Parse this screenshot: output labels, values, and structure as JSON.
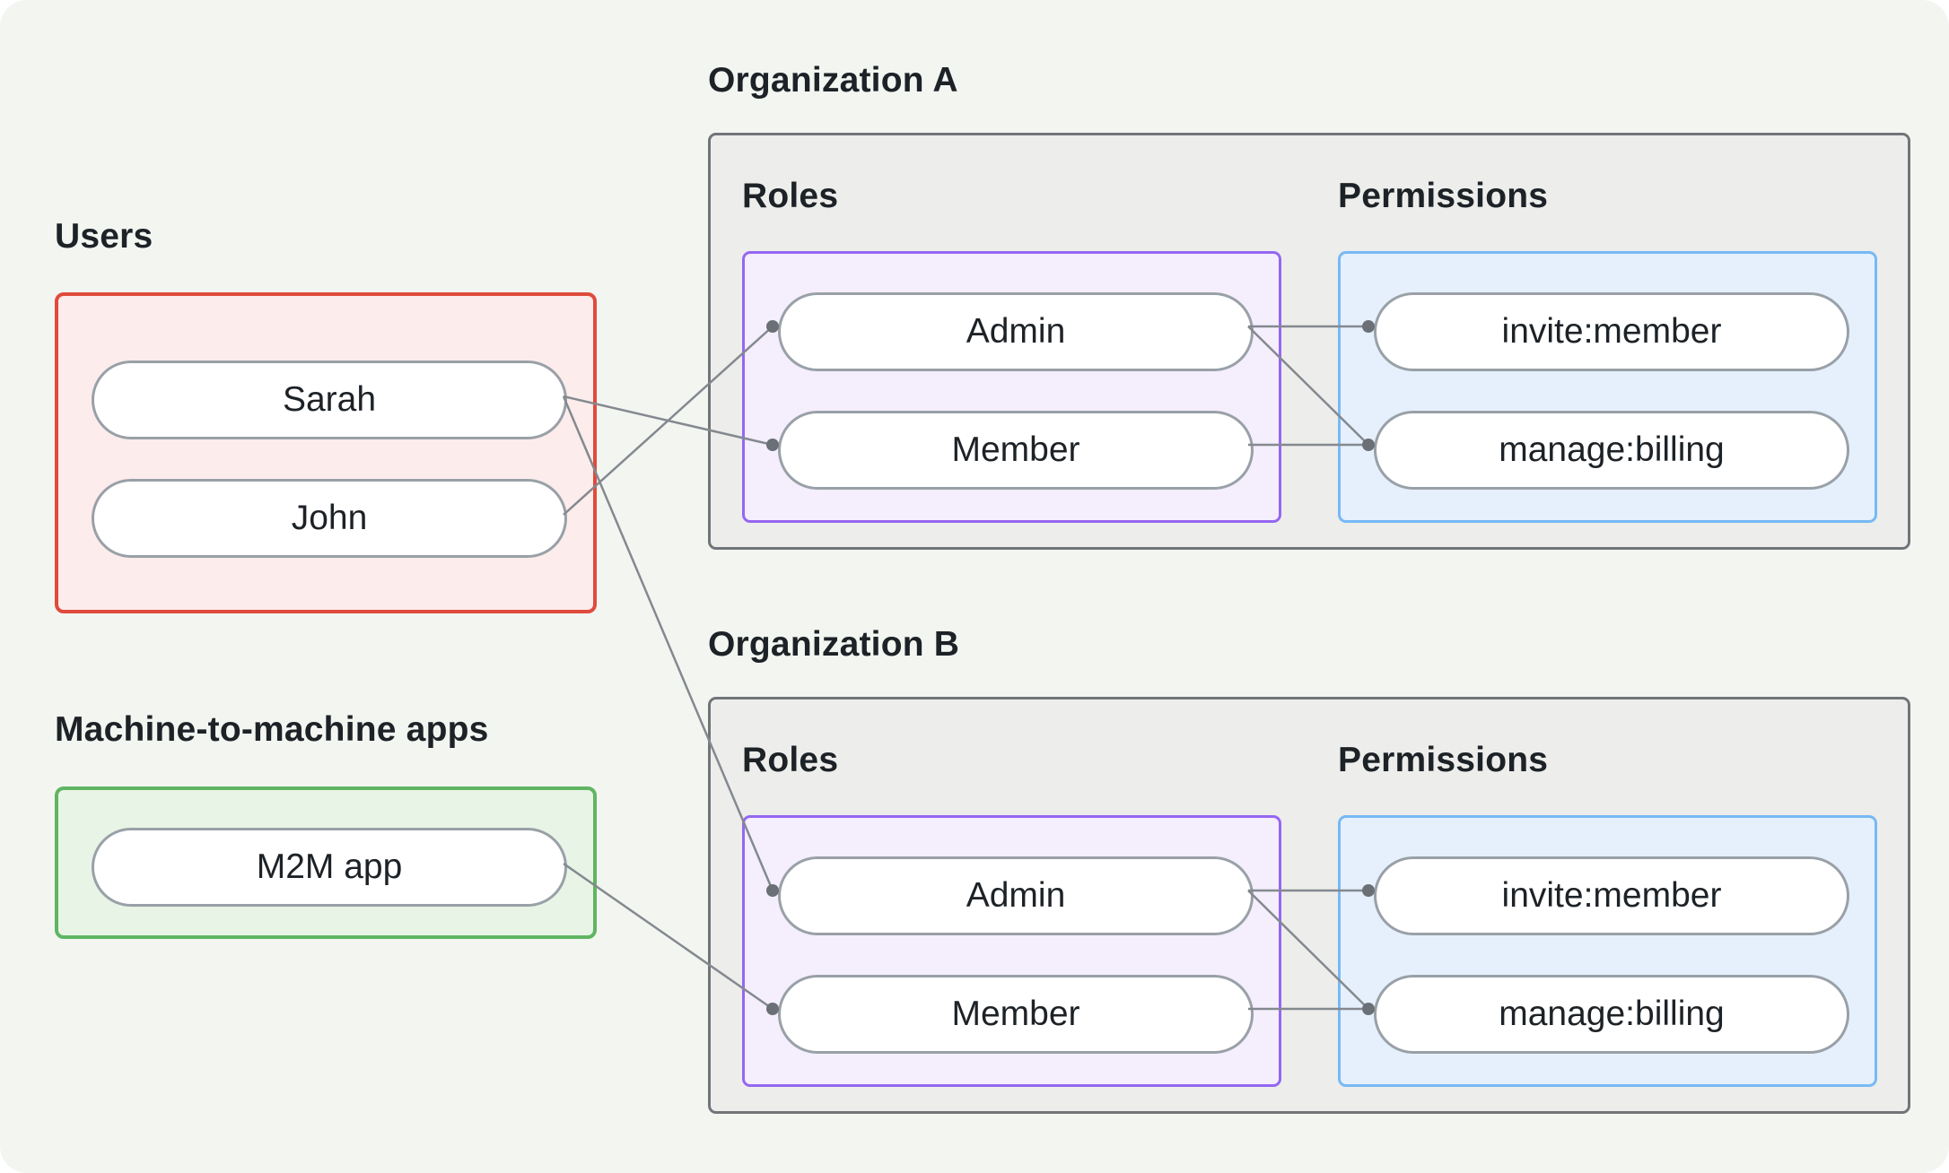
{
  "diagram": {
    "users": {
      "label": "Users",
      "items": [
        "Sarah",
        "John"
      ]
    },
    "m2m": {
      "label": "Machine-to-machine apps",
      "items": [
        "M2M app"
      ]
    },
    "organizations": [
      {
        "name": "Organization A",
        "roles": {
          "label": "Roles",
          "items": [
            "Admin",
            "Member"
          ]
        },
        "permissions": {
          "label": "Permissions",
          "items": [
            "invite:member",
            "manage:billing"
          ]
        }
      },
      {
        "name": "Organization B",
        "roles": {
          "label": "Roles",
          "items": [
            "Admin",
            "Member"
          ]
        },
        "permissions": {
          "label": "Permissions",
          "items": [
            "invite:member",
            "manage:billing"
          ]
        }
      }
    ],
    "edges": [
      {
        "from": "John",
        "to": "Organization A / Admin"
      },
      {
        "from": "Sarah",
        "to": "Organization A / Member"
      },
      {
        "from": "Sarah",
        "to": "Organization B / Admin"
      },
      {
        "from": "M2M app",
        "to": "Organization B / Member"
      },
      {
        "from": "Organization A / Admin",
        "to": "Organization A / invite:member"
      },
      {
        "from": "Organization A / Admin",
        "to": "Organization A / manage:billing"
      },
      {
        "from": "Organization A / Member",
        "to": "Organization A / manage:billing"
      },
      {
        "from": "Organization B / Admin",
        "to": "Organization B / invite:member"
      },
      {
        "from": "Organization B / Admin",
        "to": "Organization B / manage:billing"
      },
      {
        "from": "Organization B / Member",
        "to": "Organization B / manage:billing"
      }
    ],
    "colors": {
      "page_bg": "#f3f5f1",
      "text": "#1d2227",
      "pill_border": "#99a0a7",
      "users_border": "#df4b3c",
      "users_fill": "#fceceb",
      "m2m_border": "#60b562",
      "m2m_fill": "#e8f4e6",
      "org_border": "#717579",
      "org_fill": "#ededeb",
      "roles_border": "#9567f2",
      "roles_fill": "#f4eefd",
      "permissions_border": "#77b9f5",
      "permissions_fill": "#e5f0fc",
      "edge": "#84898f",
      "dot": "#6a7076"
    }
  }
}
